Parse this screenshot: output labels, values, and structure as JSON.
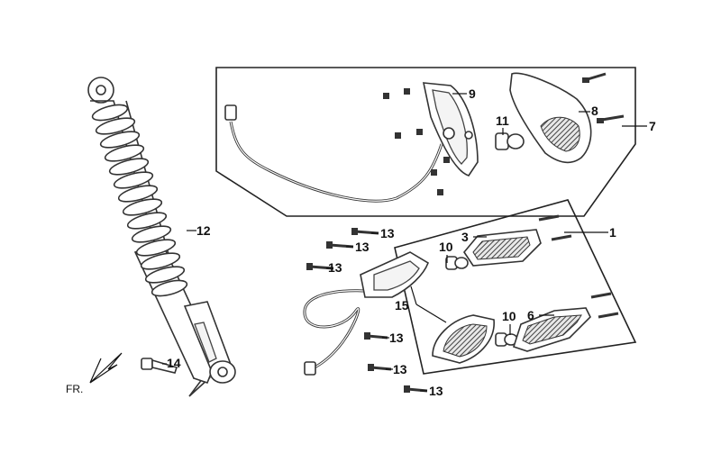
{
  "diagram": {
    "callouts": {
      "c1": "1",
      "c3": "3",
      "c6": "6",
      "c7": "7",
      "c8": "8",
      "c9": "9",
      "c10a": "10",
      "c10b": "10",
      "c11": "11",
      "c12": "12",
      "c13a": "13",
      "c13b": "13",
      "c13c": "13",
      "c13d": "13",
      "c13e": "13",
      "c13f": "13",
      "c14": "14",
      "c15": "15"
    },
    "direction_label": "FR."
  },
  "colors": {
    "line": "#111111",
    "shade": "#555555"
  }
}
